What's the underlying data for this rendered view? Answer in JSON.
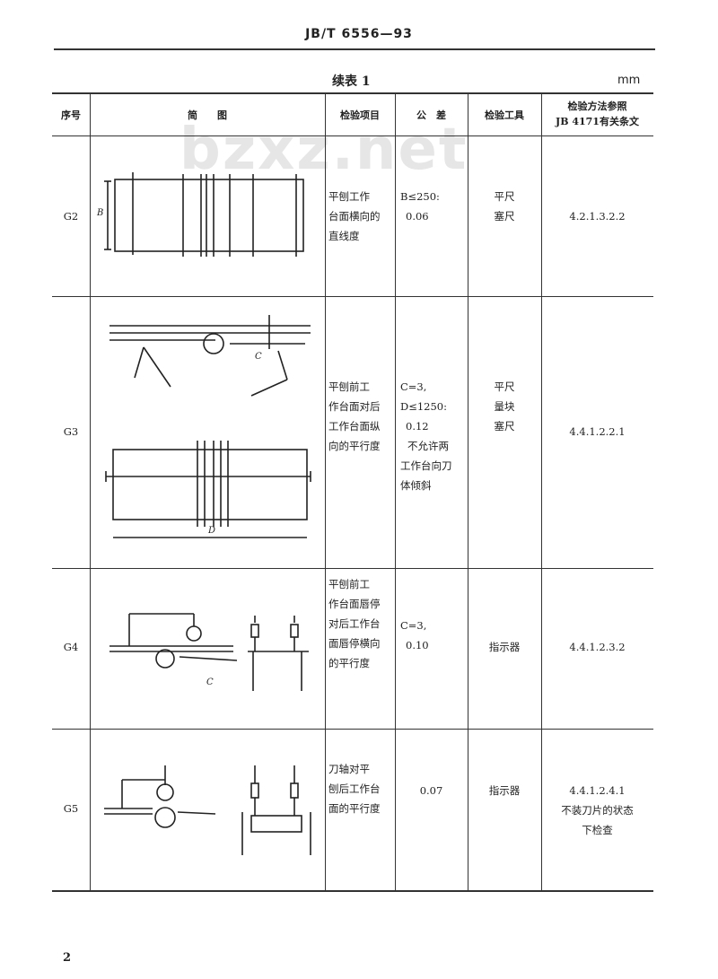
{
  "header": {
    "standard_code": "JB/T 6556—93"
  },
  "table": {
    "caption": "续表 1",
    "unit": "mm",
    "columns": [
      "序号",
      "简　　图",
      "检验项目",
      "公　差",
      "检验工具",
      "检验方法参照",
      "JB 4171有关条文"
    ],
    "rows": [
      {
        "id": "G2",
        "item": [
          "平刨工作",
          "台面横向的",
          "直线度"
        ],
        "tolerance": [
          "B≤250:",
          "0.06"
        ],
        "tools": [
          "平尺",
          "塞尺"
        ],
        "method": [
          "4.2.1.3.2.2"
        ],
        "figure_labels": [
          "B"
        ]
      },
      {
        "id": "G3",
        "item": [
          "平刨前工",
          "作台面对后",
          "工作台面纵",
          "向的平行度"
        ],
        "tolerance": [
          "C=3,",
          "D≤1250:",
          "0.12",
          "不允许两",
          "工作台向刀",
          "体倾斜"
        ],
        "tools": [
          "平尺",
          "量块",
          "塞尺"
        ],
        "method": [
          "4.4.1.2.2.1"
        ],
        "figure_labels": [
          "C",
          "D"
        ]
      },
      {
        "id": "G4",
        "item": [
          "平刨前工",
          "作台面唇停",
          "对后工作台",
          "面唇停横向",
          "的平行度"
        ],
        "tolerance": [
          "C=3,",
          "0.10"
        ],
        "tools": [
          "指示器"
        ],
        "method": [
          "4.4.1.2.3.2"
        ],
        "figure_labels": [
          "C"
        ]
      },
      {
        "id": "G5",
        "item": [
          "刀轴对平",
          "刨后工作台",
          "面的平行度"
        ],
        "tolerance": [
          "0.07"
        ],
        "tools": [
          "指示器"
        ],
        "method": [
          "4.4.1.2.4.1",
          "不装刀片的状态",
          "下检查"
        ],
        "figure_labels": []
      }
    ]
  },
  "watermark": "bzxz.net",
  "page_number": "2"
}
